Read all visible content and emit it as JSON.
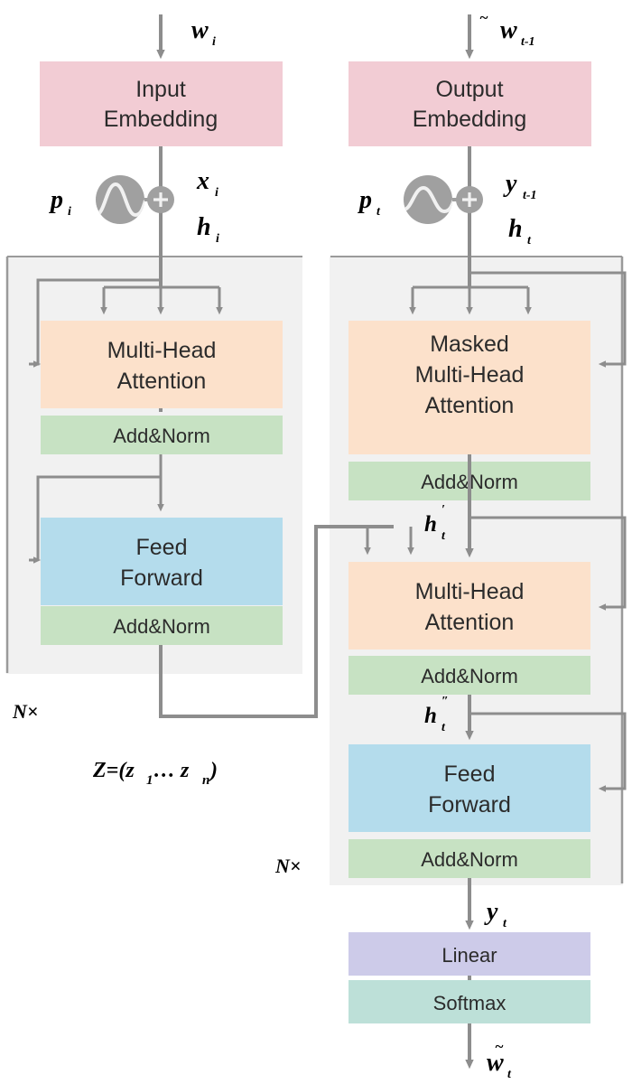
{
  "diagram": {
    "title": "Transformer encoder-decoder architecture",
    "colors": {
      "embedding_pink": "#f2ccd4",
      "attention_orange": "#fce1cb",
      "addnorm_green": "#c7e2c3",
      "feedforward_blue": "#b4dcec",
      "linear_purple": "#cdcbe9",
      "softmax_teal": "#bde0d8",
      "panel_gray": "#f1f1f1",
      "panel_border": "#9a9a9a",
      "arrow_gray": "#8d8d8d",
      "circle_gray": "#a0a0a0",
      "text_dark": "#2b2b2b"
    },
    "encoder": {
      "panel_repeat_label": "N×",
      "embedding": {
        "line1": "Input",
        "line2": "Embedding"
      },
      "attention": {
        "line1": "Multi-Head",
        "line2": "Attention"
      },
      "addnorm_1": "Add&Norm",
      "feedforward": {
        "line1": "Feed",
        "line2": "Forward"
      },
      "addnorm_2": "Add&Norm",
      "output_equation": "Z=(z1 ... zn)",
      "output_equation_parts": {
        "lead": "Z=(z",
        "sub1": "1",
        "mid": " … z",
        "sub2": "n",
        "tail": ")"
      }
    },
    "decoder": {
      "panel_repeat_label": "N×",
      "embedding": {
        "line1": "Output",
        "line2": "Embedding"
      },
      "masked_attention": {
        "line1": "Masked",
        "line2": "Multi-Head",
        "line3": "Attention"
      },
      "addnorm_1": "Add&Norm",
      "cross_attention": {
        "line1": "Multi-Head",
        "line2": "Attention"
      },
      "addnorm_2": "Add&Norm",
      "feedforward": {
        "line1": "Feed",
        "line2": "Forward"
      },
      "addnorm_3": "Add&Norm",
      "linear": "Linear",
      "softmax": "Softmax"
    },
    "symbols": {
      "encoder_input": {
        "base": "w",
        "sub": "i",
        "tilde": false
      },
      "decoder_input": {
        "base": "w",
        "sub": "t-1",
        "tilde": true
      },
      "encoder_pos": {
        "base": "p",
        "sub": "i"
      },
      "decoder_pos": {
        "base": "p",
        "sub": "t"
      },
      "encoder_x": {
        "base": "x",
        "sub": "i"
      },
      "encoder_h": {
        "base": "h",
        "sub": "i"
      },
      "decoder_y_prev": {
        "base": "y",
        "sub": "t-1"
      },
      "decoder_h": {
        "base": "h",
        "sub": "t"
      },
      "decoder_h_prime": {
        "base": "h",
        "sub": "t",
        "prime": "′"
      },
      "decoder_h_dprime": {
        "base": "h",
        "sub": "t",
        "prime": "″"
      },
      "decoder_y": {
        "base": "y",
        "sub": "t"
      },
      "decoder_output": {
        "base": "w",
        "sub": "t",
        "tilde": true
      }
    },
    "icons": {
      "positional_encoding": "sine-wave-circle-icon",
      "add_operator": "plus-circle-icon"
    }
  }
}
